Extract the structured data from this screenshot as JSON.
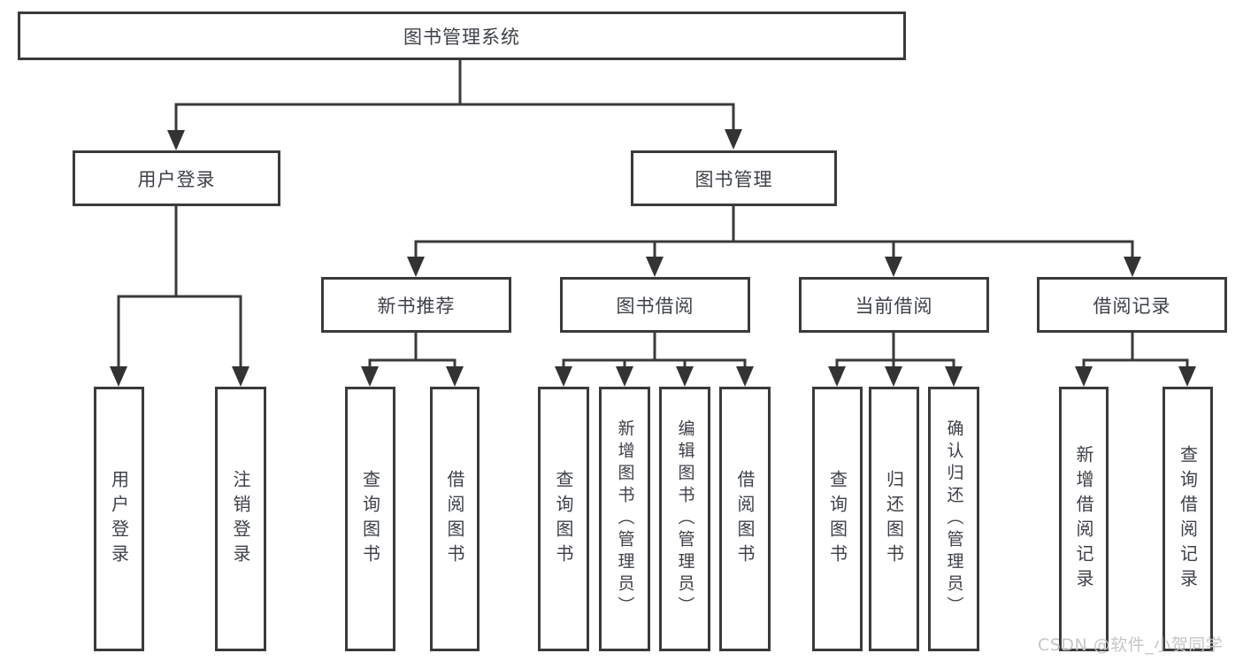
{
  "tree": {
    "root": "图书管理系统",
    "user_login": {
      "label": "用户登录",
      "children": {
        "login": "用户登录",
        "logout": "注销登录"
      }
    },
    "book_mgmt": {
      "label": "图书管理",
      "children": {
        "new_book_rec": {
          "label": "新书推荐",
          "children": {
            "query_book": "查询图书",
            "borrow_book": "借阅图书"
          }
        },
        "book_borrow": {
          "label": "图书借阅",
          "children": {
            "query_book": "查询图书",
            "add_book": "新增图书（管理员）",
            "edit_book": "编辑图书（管理员）",
            "borrow_book": "借阅图书"
          }
        },
        "current_borrow": {
          "label": "当前借阅",
          "children": {
            "query_book": "查询图书",
            "return_book": "归还图书",
            "confirm_return": "确认归还（管理员）"
          }
        },
        "borrow_record": {
          "label": "借阅记录",
          "children": {
            "add_record": "新增借阅记录",
            "query_record": "查询借阅记录"
          }
        }
      }
    }
  },
  "watermark": {
    "text": "CSDN @软件_小贺同学"
  }
}
